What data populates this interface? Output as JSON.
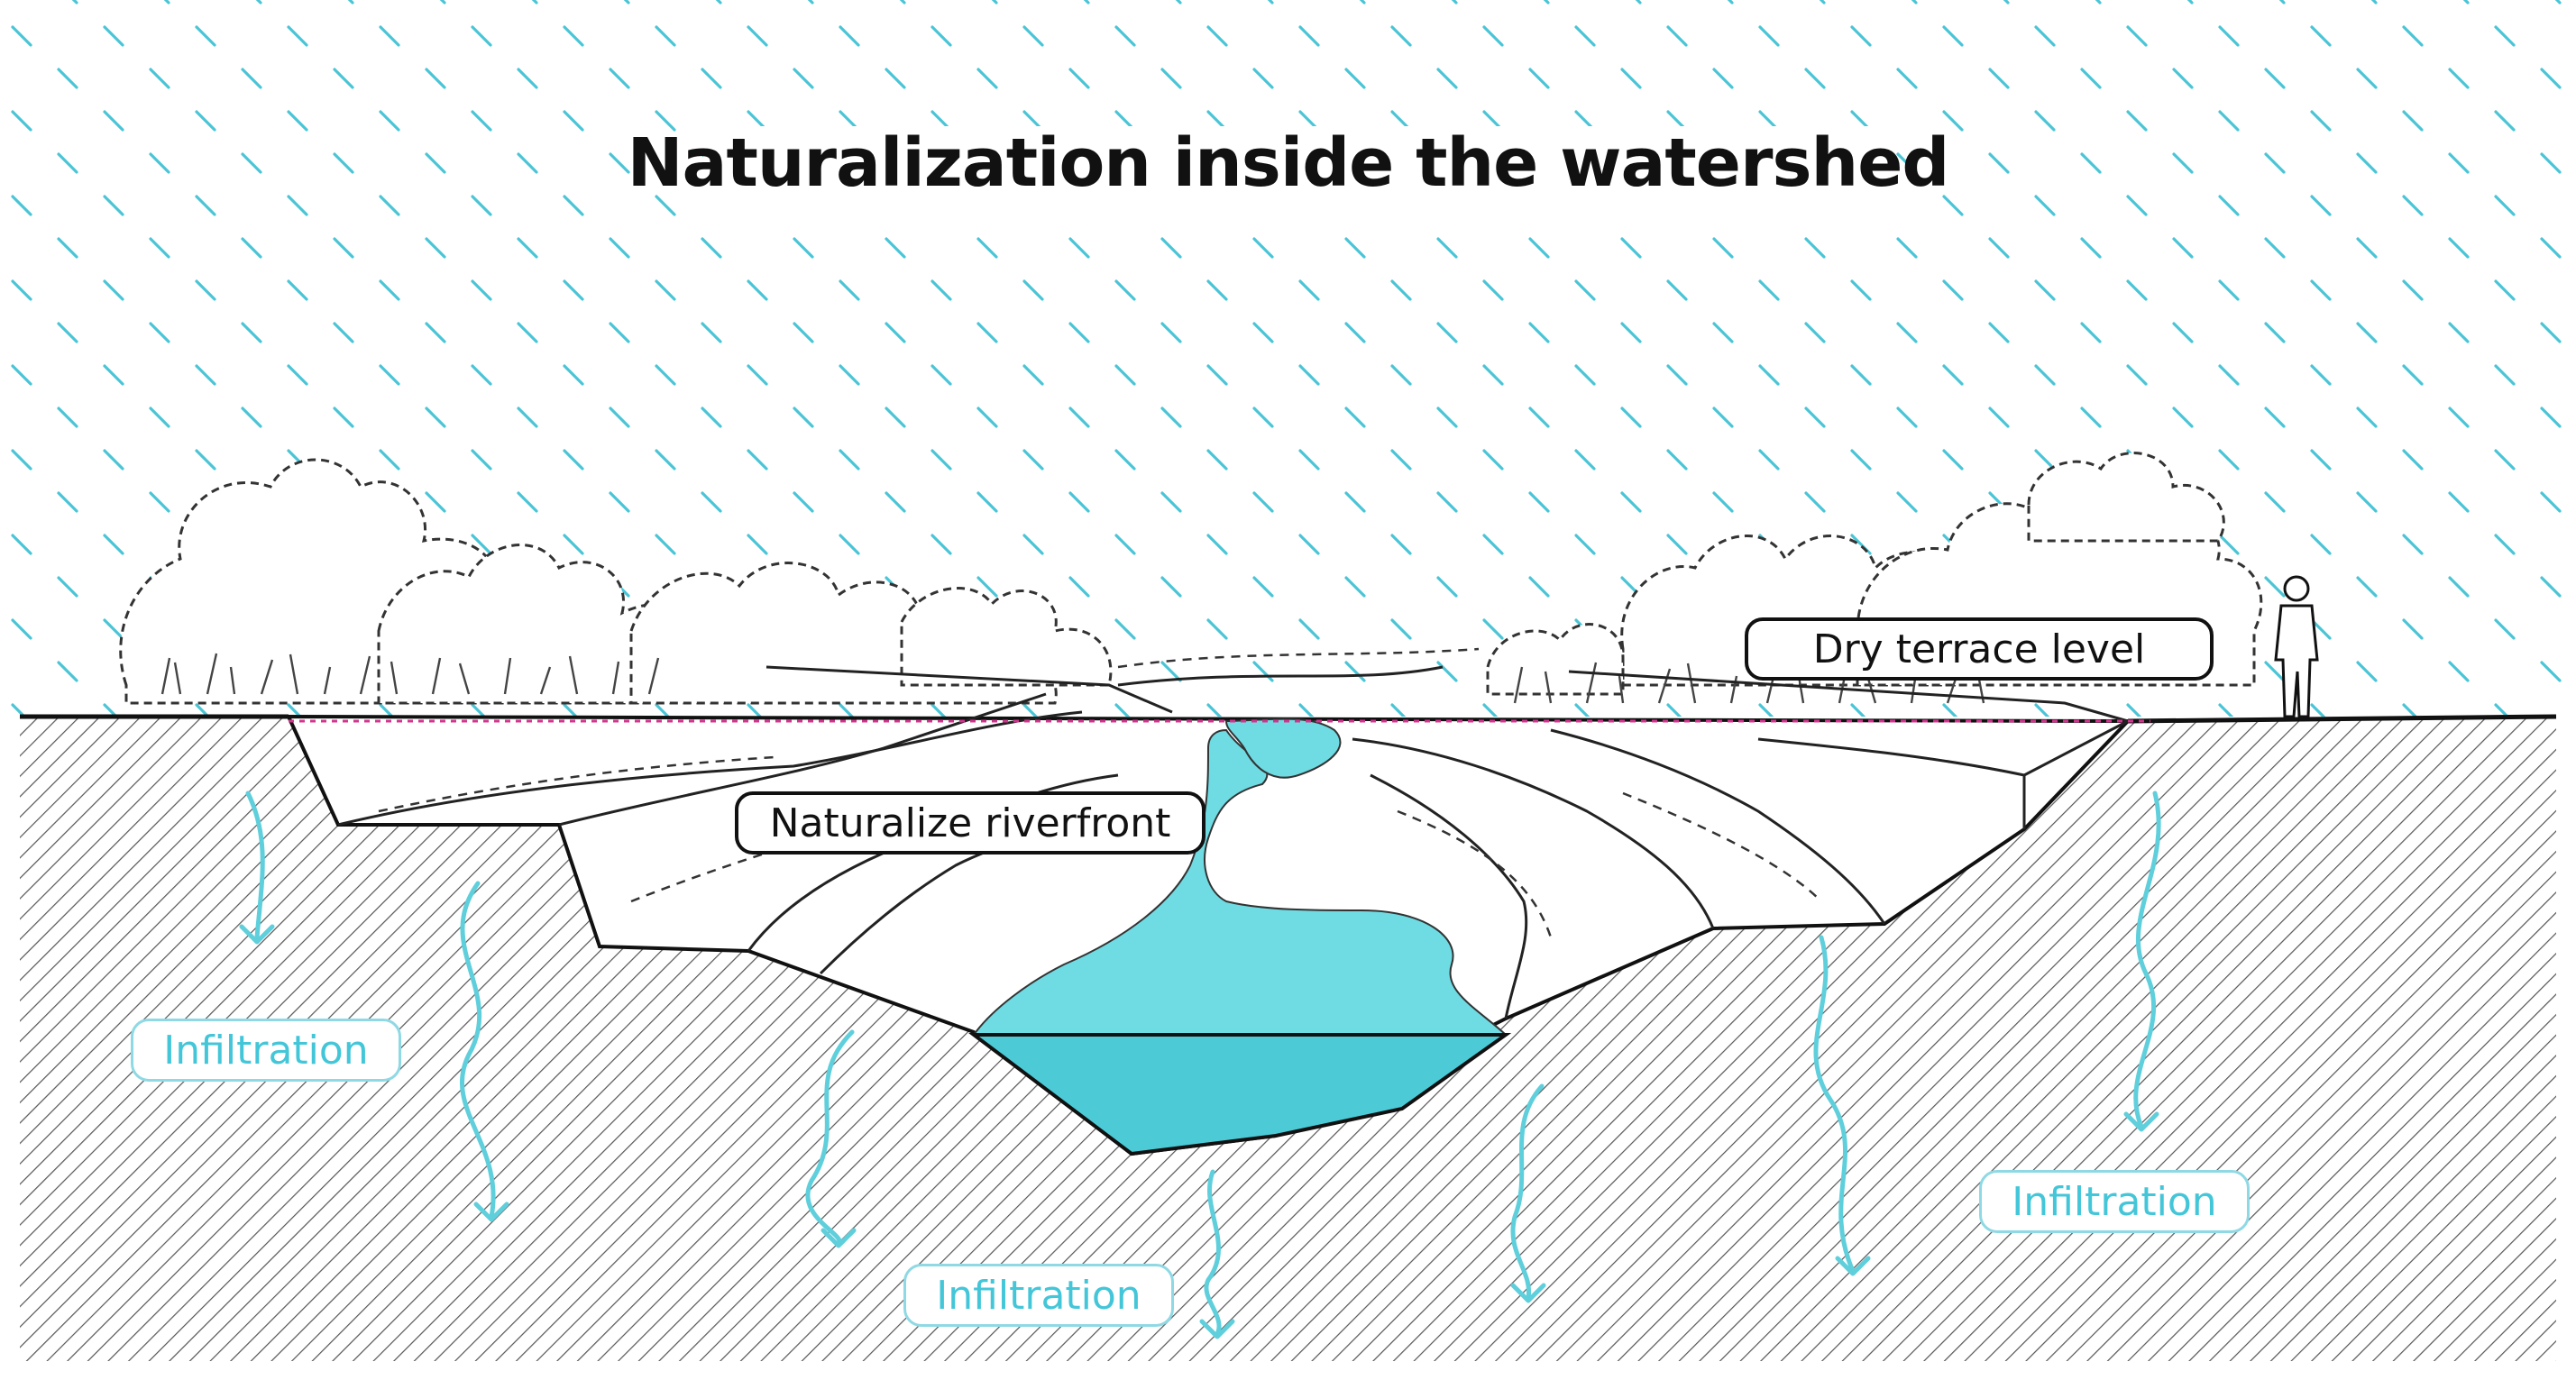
{
  "title": "Naturalization inside the watershed",
  "labels": {
    "dry_terrace": "Dry terrace level",
    "naturalize_riverfront": "Naturalize riverfront",
    "infiltration_left": "Infiltration",
    "infiltration_center": "Infiltration",
    "infiltration_right": "Infiltration"
  },
  "colors": {
    "rain": "#49c5d6",
    "water_surface": "#6fdbe3",
    "water_deep": "#4ccbd7",
    "terrace_line": "#d6338f",
    "ink": "#111111",
    "infiltration_text": "#44c6d9"
  }
}
